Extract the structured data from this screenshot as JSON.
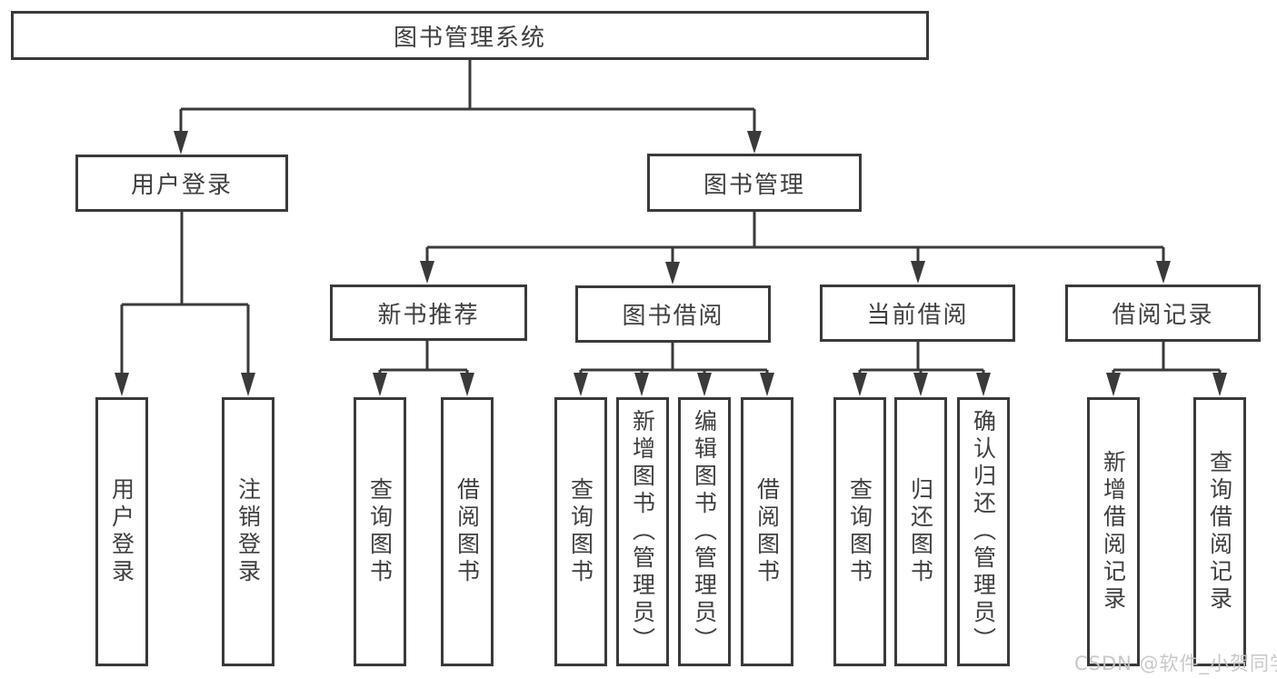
{
  "tree": {
    "label": "图书管理系统",
    "children": [
      {
        "label": "用户登录",
        "children": [
          {
            "label": "用户登录"
          },
          {
            "label": "注销登录"
          }
        ]
      },
      {
        "label": "图书管理",
        "children": [
          {
            "label": "新书推荐",
            "children": [
              {
                "label": "查询图书"
              },
              {
                "label": "借阅图书"
              }
            ]
          },
          {
            "label": "图书借阅",
            "children": [
              {
                "label": "查询图书"
              },
              {
                "label": "新增图书（管理员）"
              },
              {
                "label": "编辑图书（管理员）"
              },
              {
                "label": "借阅图书"
              }
            ]
          },
          {
            "label": "当前借阅",
            "children": [
              {
                "label": "查询图书"
              },
              {
                "label": "归还图书"
              },
              {
                "label": "确认归还（管理员）"
              }
            ]
          },
          {
            "label": "借阅记录",
            "children": [
              {
                "label": "新增借阅记录"
              },
              {
                "label": "查询借阅记录"
              }
            ]
          }
        ]
      }
    ]
  },
  "watermark": {
    "text": "CSDN @软件_小贺同学"
  },
  "colors": {
    "line": "#3a3a3a",
    "box_border": "#3a3a3a",
    "text": "#3f3f3f",
    "watermark": "#c6c6c6",
    "background": "#ffffff"
  }
}
